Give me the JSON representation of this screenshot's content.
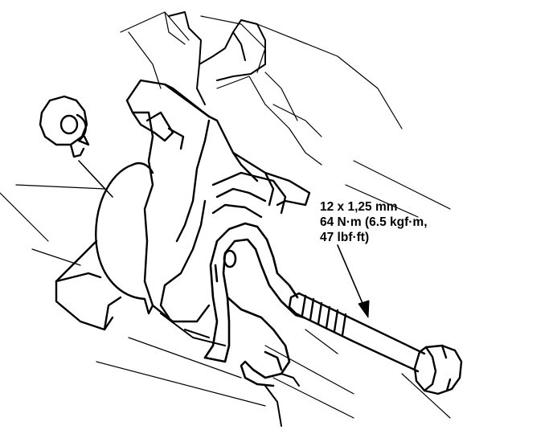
{
  "callout": {
    "line1": "12 x 1,25 mm",
    "line2": "64 N·m (6.5 kgf·m,",
    "line3": "47 lbf·ft)"
  },
  "colors": {
    "ink": "#000000",
    "paper": "#ffffff"
  }
}
